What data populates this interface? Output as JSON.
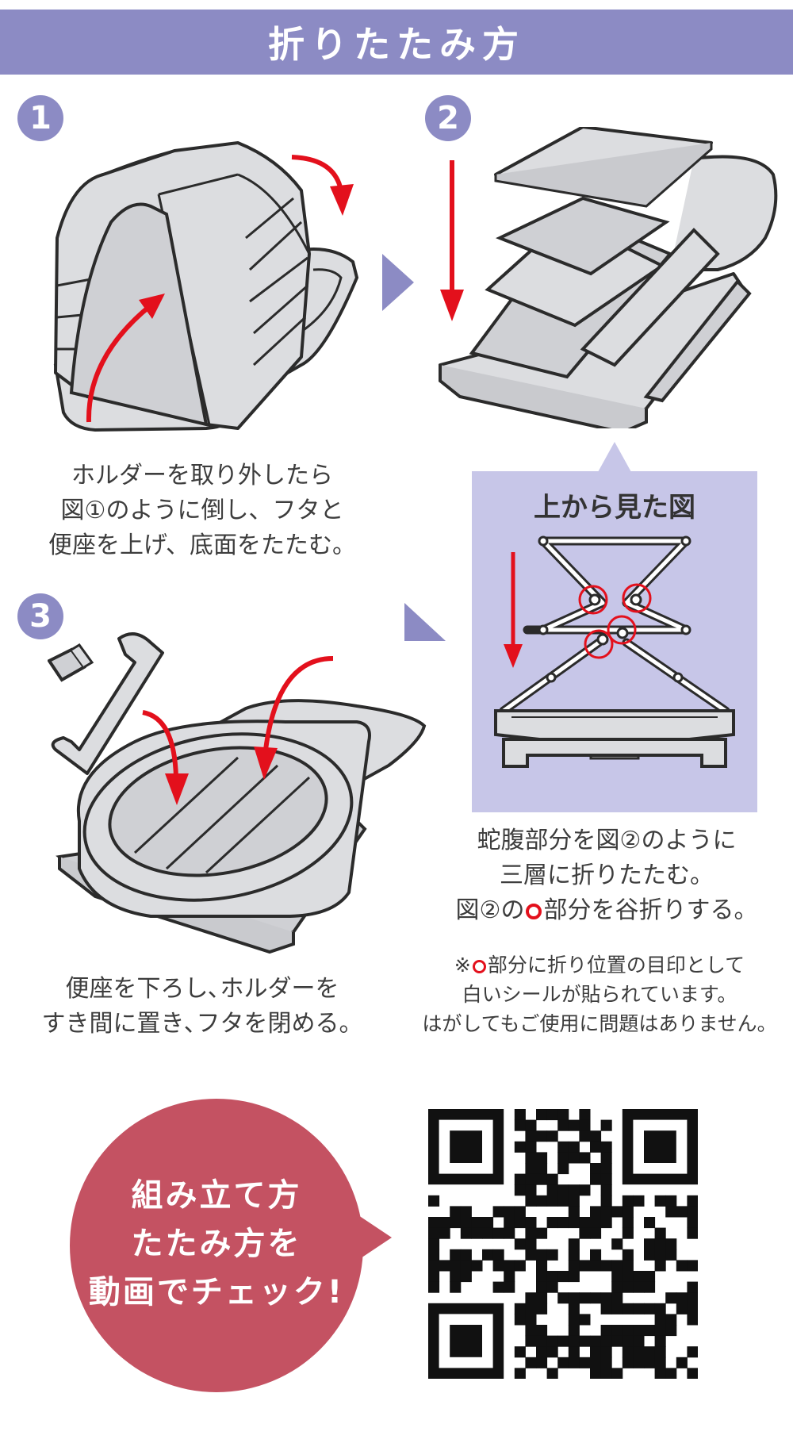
{
  "header": {
    "title": "折りたたみ方"
  },
  "steps": [
    {
      "number": "1",
      "caption_lines": [
        "ホルダーを取り外したら",
        "図①のように倒し、フタと",
        "便座を上げ、底面をたたむ。"
      ]
    },
    {
      "number": "2",
      "caption_lines": [
        "蛇腹部分を図②のように",
        "三層に折りたたむ。",
        "図②の",
        "部分を谷折りする。"
      ]
    },
    {
      "number": "3",
      "caption_lines": [
        "便座を下ろし､ホルダーを",
        "すき間に置き､フタを閉める。"
      ]
    }
  ],
  "top_view": {
    "title": "上から見た図"
  },
  "note": {
    "prefix": "※",
    "line1_rest": "部分に折り位置の目印として",
    "line2": "白いシールが貼られています。",
    "line3": "はがしてもご使用に問題はありません。"
  },
  "bubble": {
    "lines": [
      "組み立て方",
      "たたみ方を",
      "動画でチェック!"
    ]
  },
  "colors": {
    "header": "#8c8bc4",
    "accent_red": "#e3101c",
    "bubble": "#c45262",
    "panel": "#c7c6e8",
    "device_fill": "#dcdde0",
    "stroke": "#2b2b2b"
  }
}
